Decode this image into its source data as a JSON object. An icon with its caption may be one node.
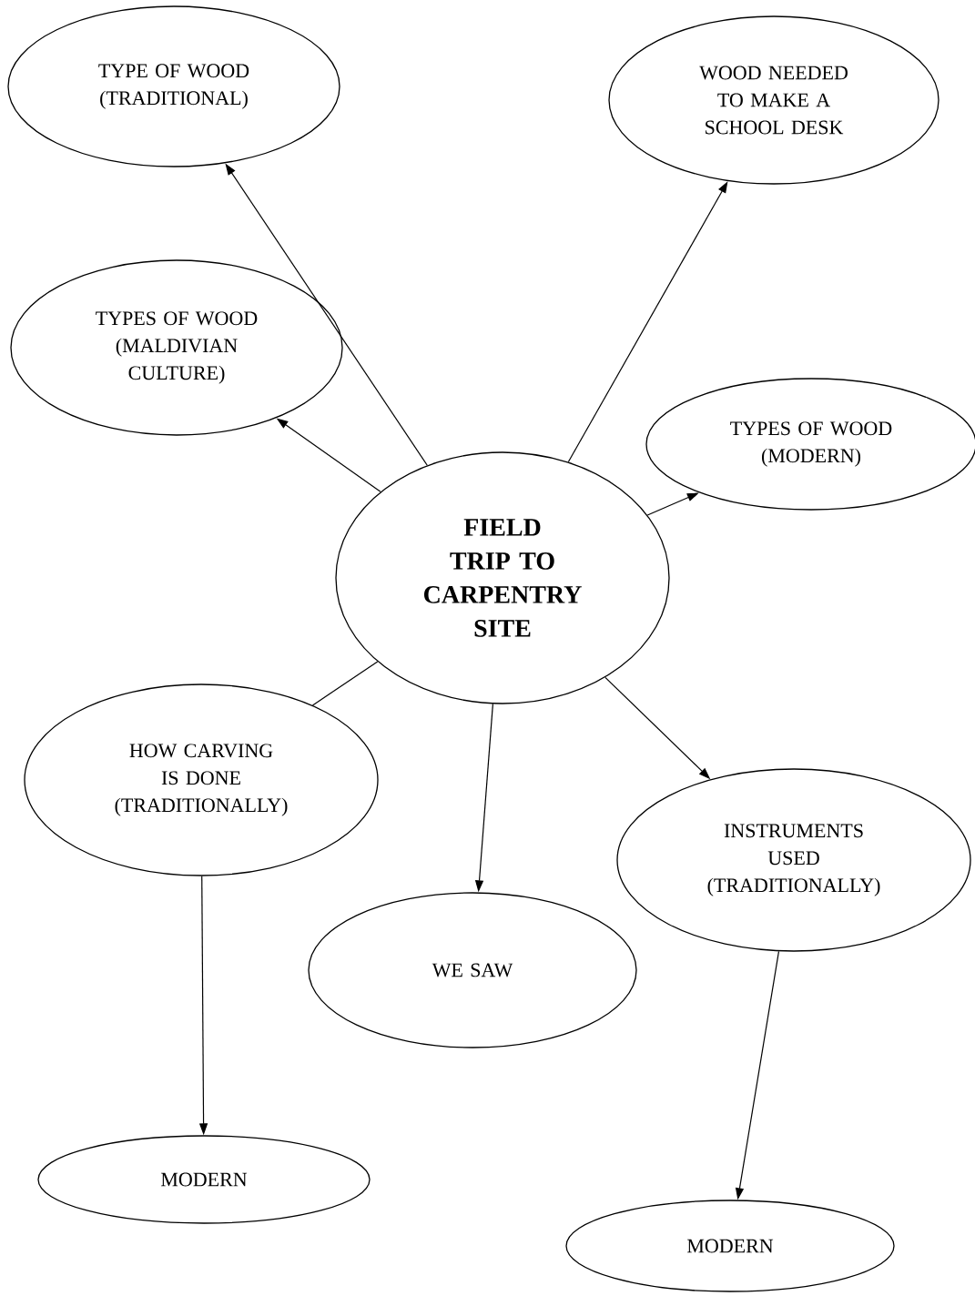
{
  "diagram": {
    "nodes": [
      {
        "text": [
          "FIELD TRIP TO CARPENTRY SITE"
        ]
      },
      {
        "text": [
          "TYPE OF WOOD (TRADITIONAL)"
        ]
      },
      {
        "text": [
          "WOOD NEEDED TO MAKE A SCHOOL DESK"
        ]
      },
      {
        "text": [
          "TYPES OF WOOD (MALDIVIAN CULTURE)"
        ]
      },
      {
        "text": [
          "TYPES OF WOOD (MODERN)"
        ]
      },
      {
        "text": [
          "HOW CARVING IS DONE (TRADITIONALLY)"
        ]
      },
      {
        "text": [
          "WE SAW"
        ]
      },
      {
        "text": [
          "INSTRUMENTS USED (TRADITIONALLY)"
        ]
      },
      {
        "text": [
          "MODERN"
        ]
      },
      {
        "text": [
          "MODERN"
        ]
      }
    ],
    "edges": [
      {
        "from": 0,
        "to": 1,
        "arrow": "to"
      },
      {
        "from": 0,
        "to": 2,
        "arrow": "to"
      },
      {
        "from": 0,
        "to": 3,
        "arrow": "to"
      },
      {
        "from": 0,
        "to": 4,
        "arrow": "to"
      },
      {
        "from": 0,
        "to": 5,
        "arrow": "none"
      },
      {
        "from": 0,
        "to": 6,
        "arrow": "to"
      },
      {
        "from": 0,
        "to": 7,
        "arrow": "to"
      },
      {
        "from": 5,
        "to": 8,
        "arrow": "to"
      },
      {
        "from": 7,
        "to": 9,
        "arrow": "to"
      }
    ]
  }
}
